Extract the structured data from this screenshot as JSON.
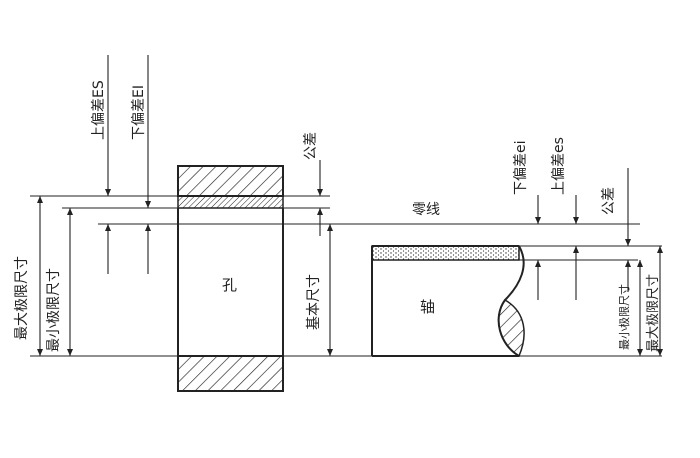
{
  "labels": {
    "upper_dev_hole": "上偏差ES",
    "lower_dev_hole": "下偏差EI",
    "tolerance_hole": "公差",
    "zero_line": "零线",
    "lower_dev_shaft": "下偏差ei",
    "upper_dev_shaft": "上偏差es",
    "tolerance_shaft": "公差",
    "hole": "孔",
    "shaft": "轴",
    "basic_size": "基本尺寸",
    "max_limit_left": "最大极限尺寸",
    "min_limit_left": "最小极限尺寸",
    "min_limit_right": "最小极限尺寸",
    "max_limit_right": "最大极限尺寸"
  }
}
